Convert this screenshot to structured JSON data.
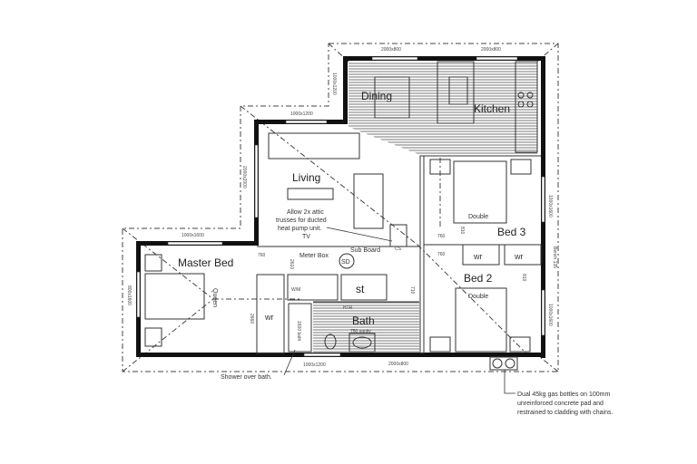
{
  "rooms": {
    "dining": "Dining",
    "kitchen": "Kitchen",
    "living": "Living",
    "master_bed": "Master Bed",
    "bed3": "Bed 3",
    "bed2": "Bed 2",
    "bath": "Bath",
    "store": "st",
    "wr_master": "wr",
    "wr_bed2": "wr",
    "wr_bed3": "wr"
  },
  "fixtures": {
    "double_bed3": "Double",
    "double_bed2": "Double",
    "queen": "Queen",
    "tv": "TV",
    "meter_box": "Meter Box",
    "sub_board": "Sub Board",
    "smoke_detector": "SD",
    "cs": "CS",
    "htr": "HTR",
    "vanity": "750 vanity",
    "bath_tub": "1600 bath",
    "washing_machine": "W/M",
    "bench": "Bench 135"
  },
  "door_widths": {
    "master": "760",
    "bed3": "760",
    "bed2": "760",
    "bed3_wr": "810",
    "bed2_wr": "810",
    "bath": "710",
    "laundry": "2610",
    "wr_master": "2660"
  },
  "window_sizes": {
    "dining_top": "2000x800",
    "kitchen_top": "2000x800",
    "dining_left": "1000x1200",
    "living_top": "1000x1200",
    "living_left": "2000x2000",
    "master_top": "1000x1600",
    "master_left": "800x1600",
    "bath_bottom": "1000x1200",
    "hall_bottom": "2000x800",
    "bed3_right": "1000x1600",
    "bed2_right": "1000x1600"
  },
  "notes": {
    "attic": [
      "Allow 2x attic",
      "trusses for ducted",
      "heat pump unit."
    ],
    "shower": "Shower over bath.",
    "gas": [
      "Dual 45kg gas bottles on 100mm",
      "unreinforced concrete pad and",
      "restrained to cladding with chains."
    ]
  }
}
